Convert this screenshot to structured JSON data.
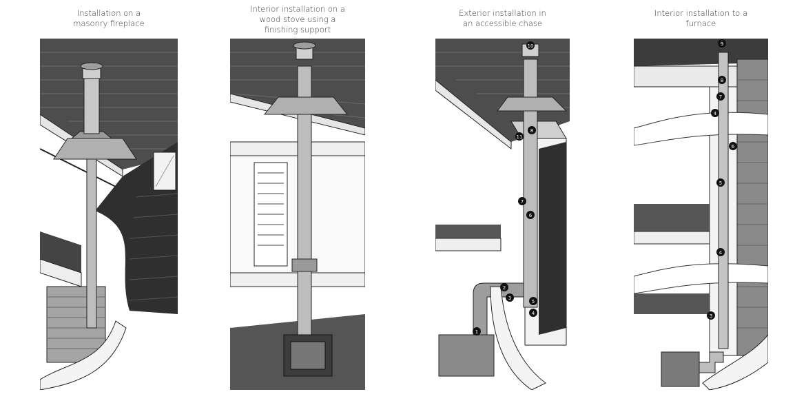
{
  "panels": [
    {
      "caption_lines": [
        "Installation on a",
        "masonry fireplace"
      ],
      "callouts": []
    },
    {
      "caption_lines": [
        "Interior installation on a",
        "wood stove using a",
        "finishing support"
      ],
      "callouts": []
    },
    {
      "caption_lines": [
        "Exterior installation in",
        "an accessible chase"
      ],
      "callouts": [
        "1",
        "2",
        "3",
        "4",
        "5",
        "6",
        "7",
        "8",
        "10",
        "11"
      ]
    },
    {
      "caption_lines": [
        "Interior installation to a",
        "furnace"
      ],
      "callouts": [
        "3",
        "4",
        "4",
        "5",
        "6",
        "7",
        "8",
        "9"
      ]
    }
  ],
  "colors": {
    "roof": "#4a4a4a",
    "wall_dark": "#2f2f2f",
    "pipe": "#bdbdbd",
    "brick": "#9a9a9a",
    "line": "#222222",
    "callout_bg": "#111111",
    "callout_fg": "#ffffff"
  }
}
